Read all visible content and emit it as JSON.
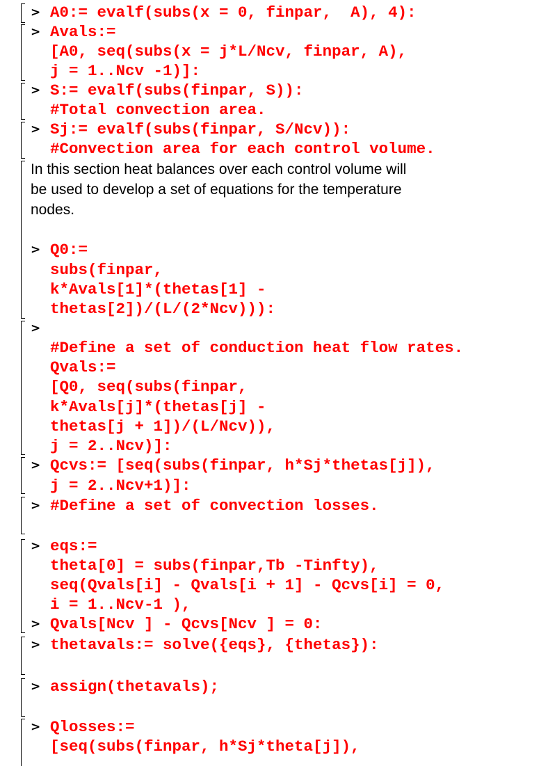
{
  "prompt": ">",
  "g1": [
    "A0:= evalf(subs(x = 0, finpar,  A), 4):"
  ],
  "g2": [
    "Avals:=",
    "[A0, seq(subs(x = j*L/Ncv, finpar, A),",
    "j = 1..Ncv -1)]:"
  ],
  "g3": [
    "S:= evalf(subs(finpar, S)):",
    "#Total convection area."
  ],
  "g4": [
    "Sj:= evalf(subs(finpar, S/Ncv)):",
    "#Convection area for each control volume."
  ],
  "g5_text": [
    "In this section heat balances over each control volume will",
    "be used to develop a set of equations for the temperature",
    "nodes."
  ],
  "g5": [
    "Q0:=",
    "subs(finpar,",
    "k*Avals[1]*(thetas[1] -",
    "thetas[2])/(L/(2*Ncv))):"
  ],
  "g6": [
    "#Define a set of conduction heat flow rates.",
    "Qvals:=",
    "[Q0, seq(subs(finpar,",
    "k*Avals[j]*(thetas[j] -",
    "thetas[j + 1])/(L/Ncv)),",
    "j = 2..Ncv)]:"
  ],
  "g7": [
    "Qcvs:= [seq(subs(finpar, h*Sj*thetas[j]),",
    "j = 2..Ncv+1)]:"
  ],
  "g8": [
    "#Define a set of convection losses."
  ],
  "g9": [
    "eqs:=",
    "theta[0] = subs(finpar,Tb -Tinfty),",
    "seq(Qvals[i] - Qvals[i + 1] - Qcvs[i] = 0,",
    "i = 1..Ncv-1 ),",
    "Qvals[Ncv ] - Qcvs[Ncv ] = 0:"
  ],
  "g10": [
    "thetavals:= solve({eqs}, {thetas}):"
  ],
  "g11": [
    "assign(thetavals);"
  ],
  "g12": [
    "Qlosses:=",
    "[seq(subs(finpar, h*Sj*theta[j]),"
  ]
}
